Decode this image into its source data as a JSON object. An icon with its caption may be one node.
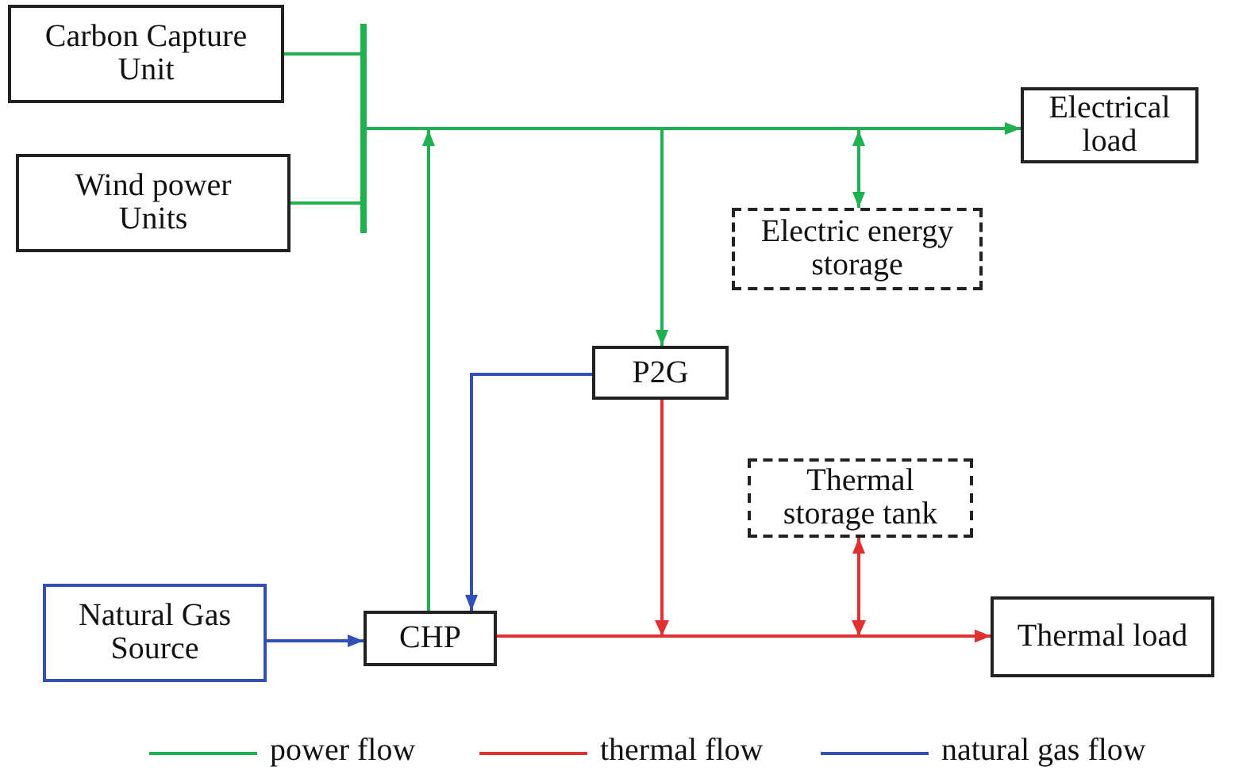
{
  "diagram": {
    "nodes": [
      {
        "text": [
          "Carbon Capture Unit"
        ]
      },
      {
        "text": [
          "Wind power Units"
        ]
      },
      {
        "text": [],
        "shape": "bar"
      },
      {
        "text": [
          "Electrical load"
        ]
      },
      {
        "text": [
          "Electric energy storage"
        ]
      },
      {
        "text": [
          "P2G"
        ]
      },
      {
        "text": [
          "Natural Gas Source"
        ]
      },
      {
        "text": [
          "CHP"
        ]
      },
      {
        "text": [
          "Thermal storage tank"
        ]
      },
      {
        "text": [
          "Thermal load"
        ]
      }
    ],
    "edges": [
      {
        "from": 0,
        "to": 2,
        "arrow": "none"
      },
      {
        "from": 1,
        "to": 2,
        "arrow": "none"
      },
      {
        "from": 2,
        "to": 3,
        "arrow": "to"
      },
      {
        "from": 7,
        "to": null,
        "arrow": "to"
      },
      {
        "from": 2,
        "to": 5,
        "arrow": "to"
      },
      {
        "from": null,
        "to": 4,
        "arrow": "both"
      },
      {
        "from": 6,
        "to": 7,
        "arrow": "to",
        "color": "#3050b8"
      },
      {
        "from": 5,
        "to": 7,
        "arrow": "to",
        "color": "#3050b8"
      },
      {
        "from": 7,
        "to": 9,
        "arrow": "to",
        "color": "#e03030"
      },
      {
        "from": 5,
        "to": 9,
        "arrow": "to",
        "color": "#e03030"
      },
      {
        "from": 8,
        "to": 9,
        "arrow": "both",
        "color": "#e03030"
      }
    ],
    "legend": [
      {
        "text": "power flow"
      },
      {
        "text": "thermal flow"
      },
      {
        "text": "natural gas flow"
      }
    ]
  }
}
